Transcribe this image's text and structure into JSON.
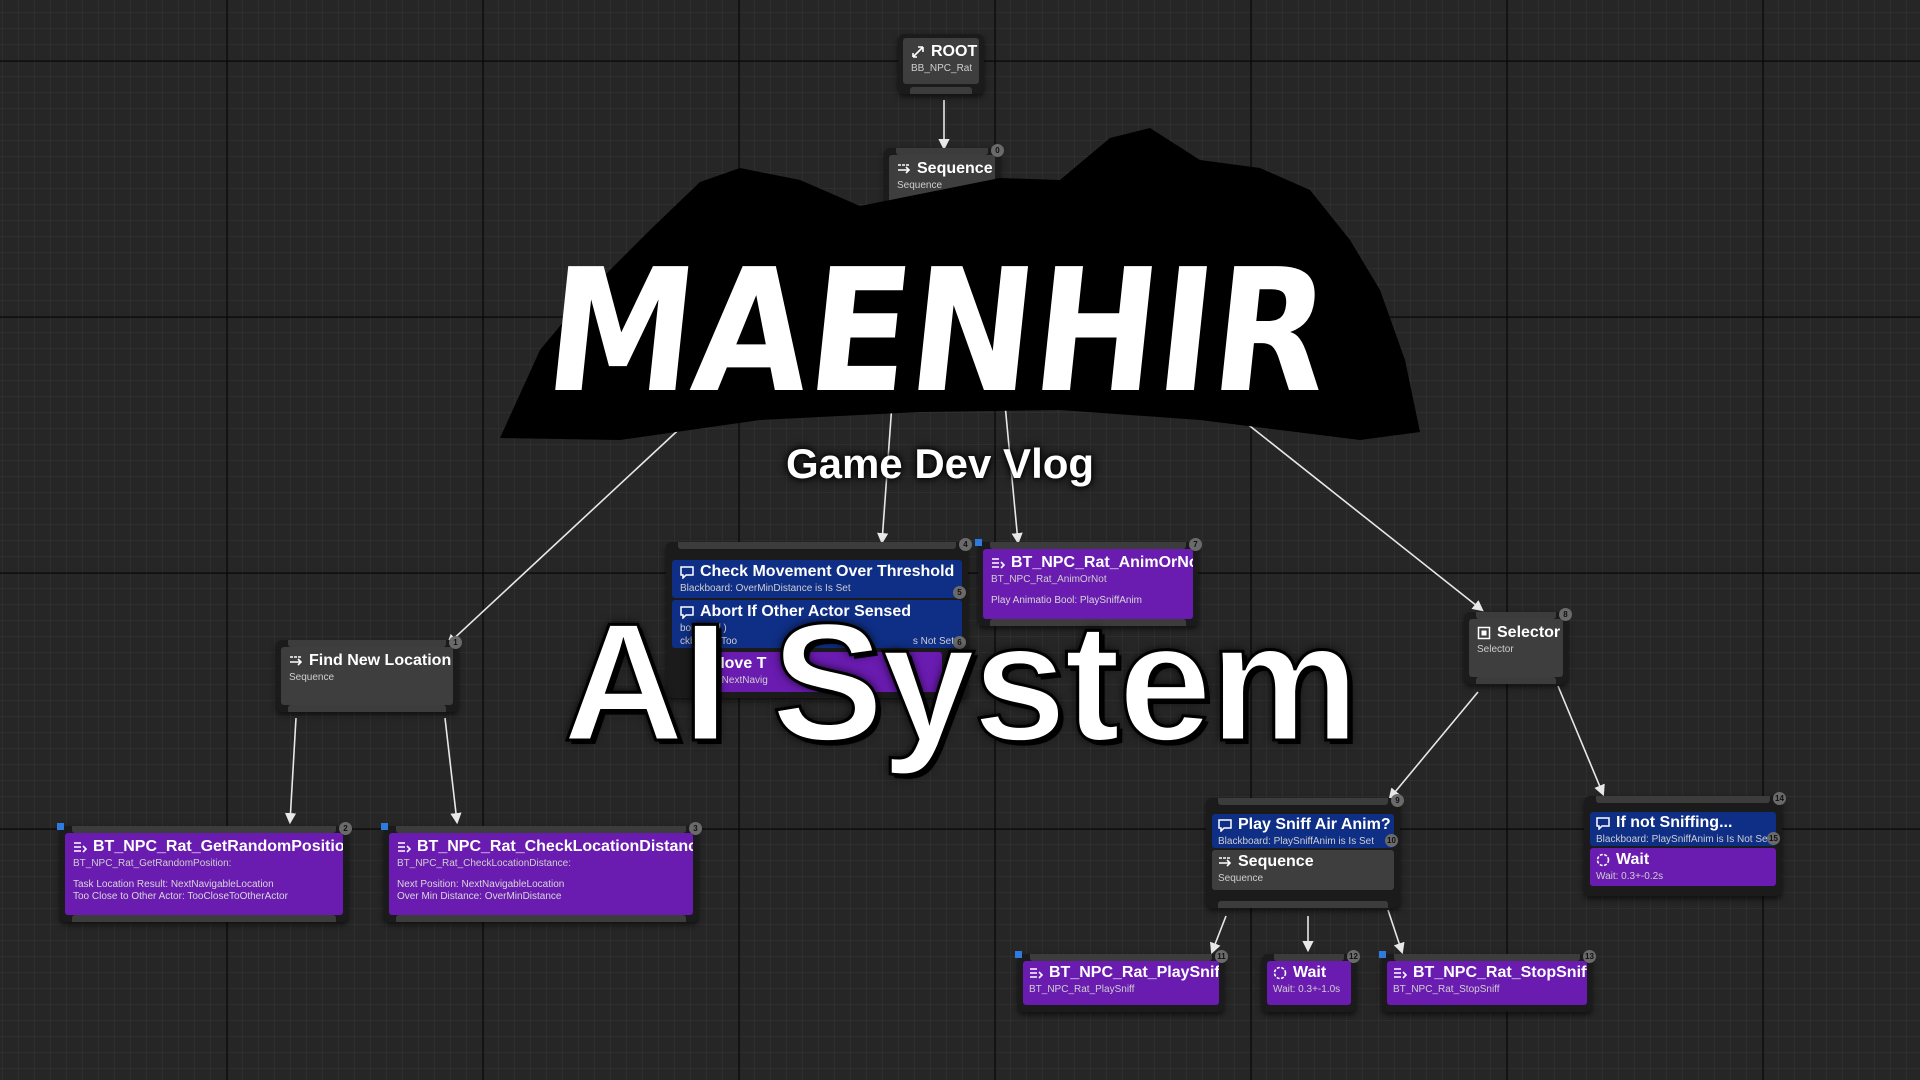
{
  "overlay": {
    "logo_text": "MAENHIR",
    "subtitle": "Game Dev Vlog",
    "headline": "AI System"
  },
  "nodes": {
    "root": {
      "title": "ROOT",
      "sub": "BB_NPC_Rat"
    },
    "sequence_main": {
      "title": "Sequence",
      "sub": "Sequence",
      "index": "0"
    },
    "find_new_location": {
      "title": "Find New Location",
      "sub": "Sequence",
      "index": "1"
    },
    "get_random_position": {
      "title": "BT_NPC_Rat_GetRandomPosition",
      "sub": "BT_NPC_Rat_GetRandomPosition:",
      "line1": "Task Location Result: NextNavigableLocation",
      "line2": "Too Close to Other Actor: TooCloseToOtherActor",
      "index": "2"
    },
    "check_location_distance": {
      "title": "BT_NPC_Rat_CheckLocationDistance",
      "sub": "BT_NPC_Rat_CheckLocationDistance:",
      "line1": "Next Position: NextNavigableLocation",
      "line2": "Over Min Distance: OverMinDistance",
      "index": "3"
    },
    "check_movement": {
      "title": "Check Movement Over Threshold",
      "sub": "Blackboard: OverMinDistance is Is Set",
      "index": "4"
    },
    "abort_if_sensed": {
      "title": "Abort If Other Actor Sensed",
      "sub_a": "borts self )",
      "sub_b": "ckboard: Too",
      "sub_c": "s Not Set",
      "index": "5"
    },
    "move_to": {
      "title": "Move T",
      "sub": "eTo: NextNavig",
      "index": "6"
    },
    "anim_or_not": {
      "title": "BT_NPC_Rat_AnimOrNot",
      "sub": "BT_NPC_Rat_AnimOrNot",
      "line1": "Play Animatio Bool: PlaySniffAnim",
      "index": "7"
    },
    "selector": {
      "title": "Selector",
      "sub": "Selector",
      "index": "8"
    },
    "play_sniff_air": {
      "title": "Play Sniff Air Anim?",
      "sub": "Blackboard: PlaySniffAnim is Is Set",
      "index": "9"
    },
    "sequence_sniff": {
      "title": "Sequence",
      "sub": "Sequence",
      "index": "10"
    },
    "play_sniff": {
      "title": "BT_NPC_Rat_PlaySniff",
      "sub": "BT_NPC_Rat_PlaySniff",
      "index": "11"
    },
    "wait_a": {
      "title": "Wait",
      "sub": "Wait: 0.3+-1.0s",
      "index": "12"
    },
    "stop_sniff": {
      "title": "BT_NPC_Rat_StopSniff",
      "sub": "BT_NPC_Rat_StopSniff",
      "index": "13"
    },
    "if_not_sniffing": {
      "title": "If not Sniffing...",
      "sub": "Blackboard: PlaySniffAnim is Is Not Set",
      "index": "14"
    },
    "wait_b": {
      "title": "Wait",
      "sub": "Wait: 0.3+-0.2s",
      "index": "15"
    }
  },
  "colors": {
    "task": "#6a1bb0",
    "decorator": "#0f2f86",
    "composite": "#3e3e3e",
    "wire": "#e8e8e8"
  },
  "icons": {
    "root": "root-icon",
    "sequence": "sequence-icon",
    "selector": "selector-icon",
    "task": "task-icon",
    "decorator": "decorator-icon",
    "wait": "wait-icon"
  }
}
